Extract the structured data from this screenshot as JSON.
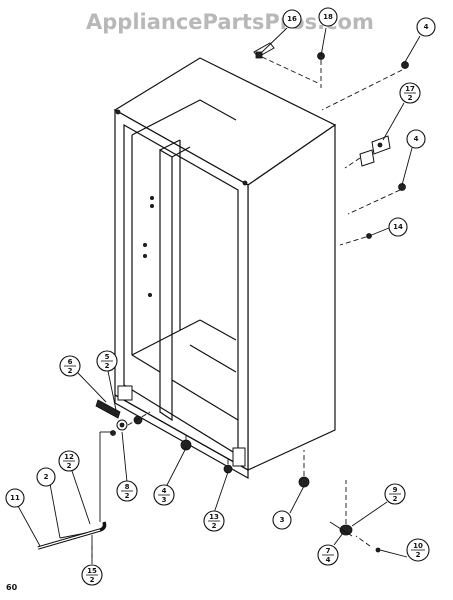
{
  "watermark": "AppliancePartsPros.com",
  "page_number": "60",
  "callouts": [
    {
      "id": "c16",
      "top": "16",
      "bottom": ""
    },
    {
      "id": "c18",
      "top": "18",
      "bottom": ""
    },
    {
      "id": "c4a",
      "top": "4",
      "bottom": ""
    },
    {
      "id": "c17",
      "top": "17",
      "bottom": "2"
    },
    {
      "id": "c4b",
      "top": "4",
      "bottom": ""
    },
    {
      "id": "c14",
      "top": "14",
      "bottom": ""
    },
    {
      "id": "c6",
      "top": "6",
      "bottom": "2"
    },
    {
      "id": "c5",
      "top": "5",
      "bottom": "2"
    },
    {
      "id": "c8",
      "top": "8",
      "bottom": "2"
    },
    {
      "id": "c4c",
      "top": "4",
      "bottom": "3"
    },
    {
      "id": "c13",
      "top": "13",
      "bottom": "2"
    },
    {
      "id": "c3",
      "top": "3",
      "bottom": ""
    },
    {
      "id": "c9",
      "top": "9",
      "bottom": "2"
    },
    {
      "id": "c7",
      "top": "7",
      "bottom": "4"
    },
    {
      "id": "c10",
      "top": "10",
      "bottom": "2"
    },
    {
      "id": "c12",
      "top": "12",
      "bottom": "2"
    },
    {
      "id": "c2",
      "top": "2",
      "bottom": ""
    },
    {
      "id": "c11",
      "top": "11",
      "bottom": ""
    },
    {
      "id": "c15",
      "top": "15",
      "bottom": "2"
    }
  ]
}
